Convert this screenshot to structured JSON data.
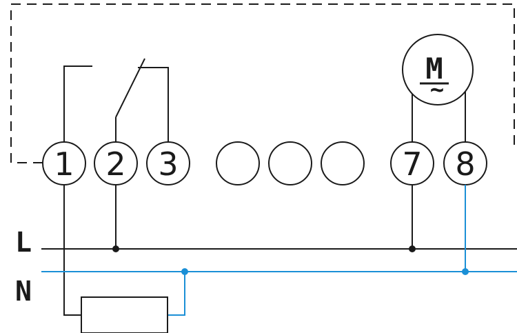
{
  "terminals": [
    {
      "label": "1"
    },
    {
      "label": "2"
    },
    {
      "label": "3"
    },
    {
      "label": ""
    },
    {
      "label": ""
    },
    {
      "label": ""
    },
    {
      "label": "7"
    },
    {
      "label": "8"
    }
  ],
  "lines": {
    "live_label": "L",
    "neutral_label": "N"
  },
  "motor": {
    "label": "M",
    "symbol": "~"
  },
  "colors": {
    "wire": "#1a1a1a",
    "neutral": "#1a8fd6"
  }
}
